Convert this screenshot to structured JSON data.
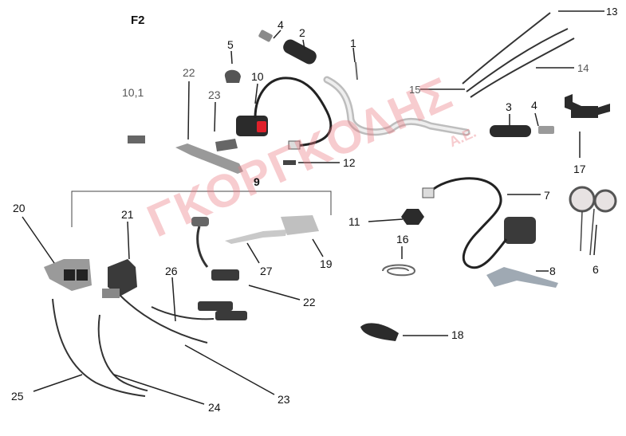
{
  "diagram": {
    "code": "F2",
    "watermark": "ΓΚΟΡΓΚΟΛΗΣ",
    "watermark_suffix": "Α.Ε.",
    "callouts": [
      "1",
      "2",
      "3",
      "4",
      "4",
      "5",
      "6",
      "7",
      "8",
      "9",
      "10",
      "10,1",
      "11",
      "12",
      "13",
      "14",
      "15",
      "16",
      "17",
      "18",
      "19",
      "20",
      "21",
      "22",
      "22",
      "23",
      "23",
      "24",
      "25",
      "26",
      "27"
    ]
  },
  "colors": {
    "line": "#222222",
    "part_dark": "#2b2b2b",
    "chrome": "#c9c9c9",
    "switch_red": "#e0202a",
    "watermark": "#eb7882"
  }
}
